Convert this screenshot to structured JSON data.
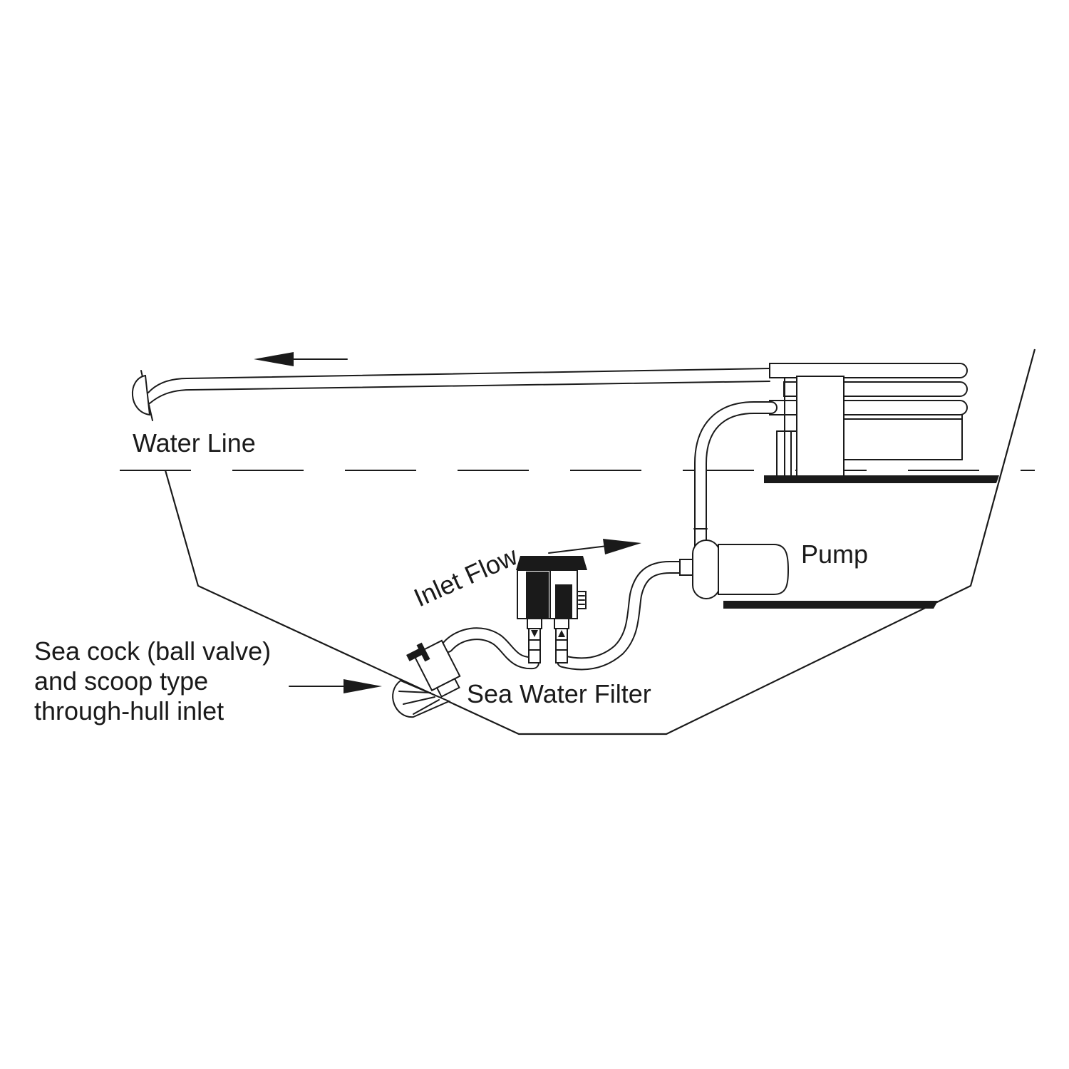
{
  "labels": {
    "water_line": "Water Line",
    "pump": "Pump",
    "inlet_flow": "Inlet Flow",
    "sea_water_filter": "Sea Water Filter",
    "sea_cock_line1": "Sea cock (ball valve)",
    "sea_cock_line2": "and scoop type",
    "sea_cock_line3": "through-hull inlet"
  },
  "colors": {
    "ink": "#1a1a1a",
    "background": "#ffffff"
  }
}
